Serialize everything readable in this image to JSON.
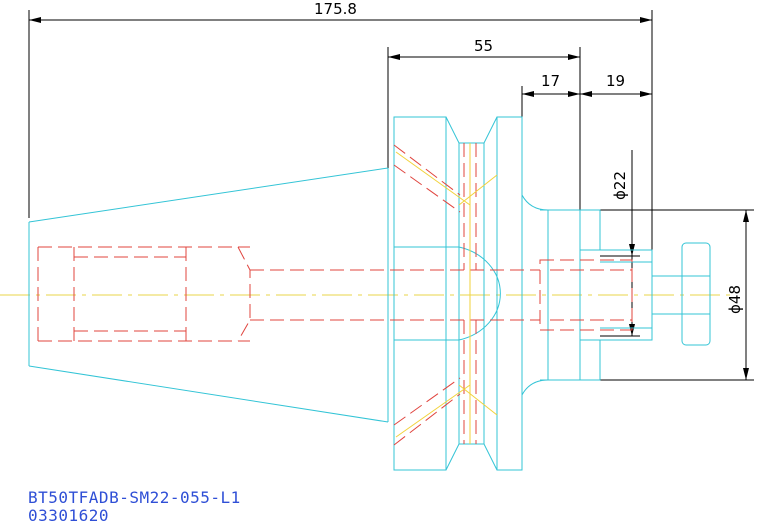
{
  "dimensions": {
    "overall_length": "175.8",
    "flange_to_tip": "55",
    "pilot_length": "17",
    "nose_length": "19",
    "small_diameter": "ϕ22",
    "large_diameter": "ϕ48"
  },
  "caption": {
    "model": "BT50TFADB-SM22-055-L1",
    "code": "03301620"
  },
  "colors": {
    "outline": "#33c4d6",
    "hidden": "#e0443e",
    "center": "#f2d23a",
    "dimension": "#000000",
    "caption": "#2f4fd6"
  }
}
